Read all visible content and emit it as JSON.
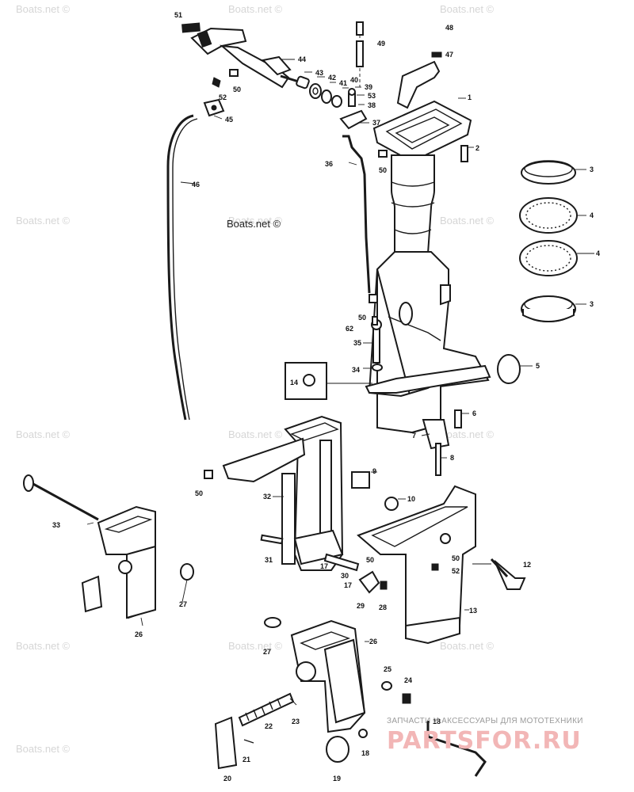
{
  "watermark": {
    "main": "Boats.net ©",
    "tiles": [
      "Boats.net ©",
      "Boats.net ©",
      "Boats.net ©",
      "Boats.net ©",
      "Boats.net ©",
      "Boats.net ©",
      "Boats.net ©",
      "Boats.net ©",
      "Boats.net ©",
      "Boats.net ©",
      "Boats.net ©",
      "Boats.net ©",
      "Boats.net ©"
    ]
  },
  "footer": {
    "tagline": "ЗАПЧАСТИ И АКСЕССУАРЫ ДЛЯ МОТОТЕХНИКИ",
    "logo": "PARTSFOR.RU"
  },
  "callouts": [
    "51",
    "49",
    "48",
    "47",
    "44",
    "43",
    "42",
    "41",
    "40",
    "39",
    "53",
    "38",
    "37",
    "50",
    "52",
    "45",
    "46",
    "1",
    "2",
    "36",
    "50",
    "3",
    "4",
    "4",
    "3",
    "50",
    "62",
    "35",
    "5",
    "34",
    "14",
    "6",
    "7",
    "8",
    "9",
    "10",
    "50",
    "32",
    "50",
    "33",
    "31",
    "17",
    "30",
    "17",
    "29",
    "28",
    "50",
    "52",
    "12",
    "13",
    "26",
    "27",
    "27",
    "26",
    "25",
    "24",
    "23",
    "22",
    "21",
    "20",
    "19",
    "18",
    "18"
  ]
}
